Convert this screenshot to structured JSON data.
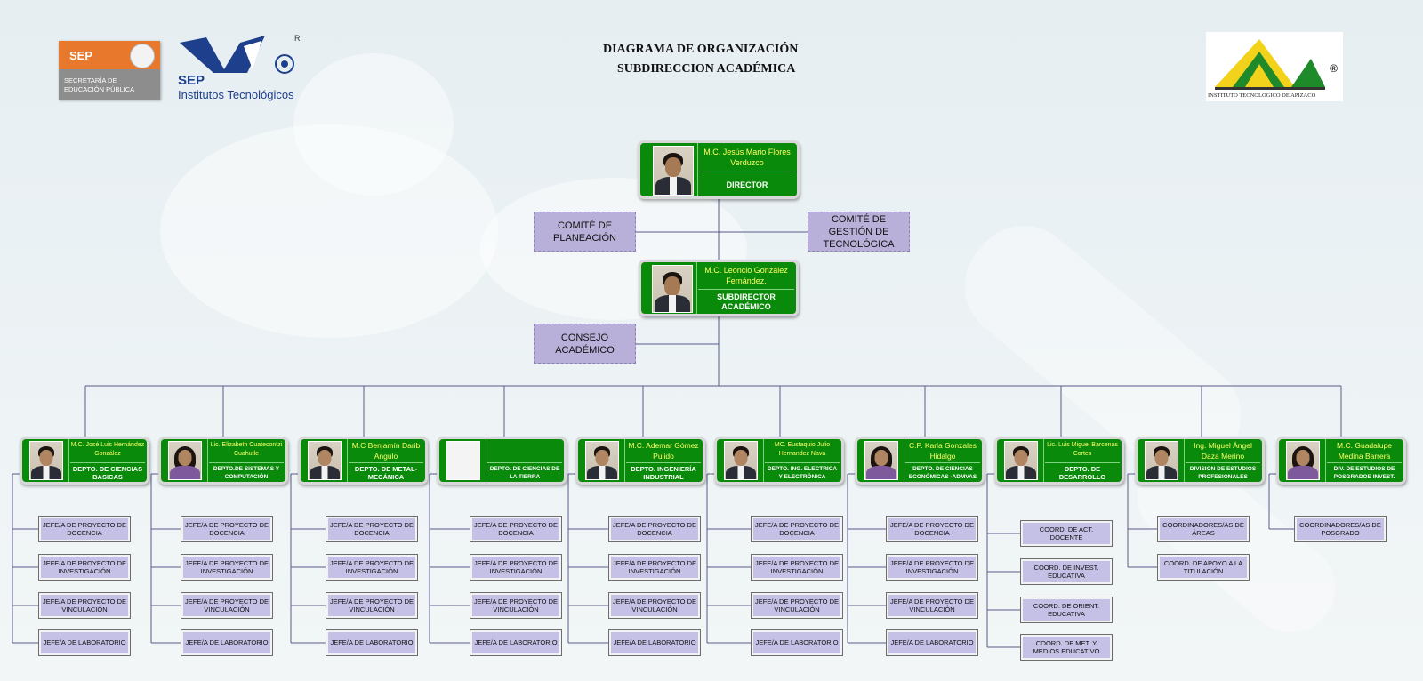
{
  "header": {
    "title_line1": "DIAGRAMA DE ORGANIZACIÓN",
    "title_line2": "SUBDIRECCION ACADÉMICA"
  },
  "logos": {
    "sep": {
      "line1": "SEP",
      "line2": "SECRETARÍA DE",
      "line3": "EDUCACIÓN PÚBLICA"
    },
    "sep_it": {
      "line1": "SEP",
      "line2": "Institutos Tecnológicos",
      "reg": "R"
    },
    "ita": {
      "caption": "INSTITUTO TECNOLOGICO DE APIZACO",
      "reg": "®"
    }
  },
  "director": {
    "name": "M.C. Jesús Mario Flores Verduzco",
    "role": "DIRECTOR"
  },
  "committees": {
    "planeacion": "COMITÉ DE PLANEACIÓN",
    "gestion": "COMITÉ DE GESTIÓN DE TECNOLÓGICA",
    "consejo": "CONSEJO ACADÉMICO"
  },
  "subdirector": {
    "name": "M.C. Leoncio González Fernández.",
    "role": "SUBDIRECTOR ACADÉMICO"
  },
  "departments": [
    {
      "name": "M.C. José Luis Hernández González",
      "role": "DEPTO. DE CIENCIAS BASICAS",
      "subunits": [
        "JEFE/A DE PROYECTO DE DOCENCIA",
        "JEFE/A DE PROYECTO DE INVESTIGACIÓN",
        "JEFE/A DE PROYECTO DE VINCULACIÓN",
        "JEFE/A DE LABORATORIO"
      ]
    },
    {
      "name": "Lic. Elizabeth Cuatecontzi Cuahutle",
      "role": "DEPTO.DE SISTEMAS Y COMPUTACIÓN",
      "subunits": [
        "JEFE/A DE PROYECTO DE DOCENCIA",
        "JEFE/A DE PROYECTO DE INVESTIGACIÓN",
        "JEFE/A DE PROYECTO DE VINCULACIÓN",
        "JEFE/A DE LABORATORIO"
      ]
    },
    {
      "name": "M.C Benjamín Darib Angulo",
      "role": "DEPTO. DE METAL-MECÁNICA",
      "subunits": [
        "JEFE/A DE PROYECTO DE DOCENCIA",
        "JEFE/A DE PROYECTO DE INVESTIGACIÓN",
        "JEFE/A DE PROYECTO DE VINCULACIÓN",
        "JEFE/A DE LABORATORIO"
      ]
    },
    {
      "name": "",
      "role": "DEPTO. DE CIENCIAS DE LA TIERRA",
      "subunits": [
        "JEFE/A DE PROYECTO DE DOCENCIA",
        "JEFE/A DE PROYECTO DE INVESTIGACIÓN",
        "JEFE/A DE PROYECTO DE VINCULACIÓN",
        "JEFE/A DE LABORATORIO"
      ]
    },
    {
      "name": "M.C. Ademar Gómez Pulido",
      "role": "DEPTO. INGENIERÍA INDUSTRIAL",
      "subunits": [
        "JEFE/A DE PROYECTO DE DOCENCIA",
        "JEFE/A DE PROYECTO DE INVESTIGACIÓN",
        "JEFE/A DE PROYECTO DE VINCULACIÓN",
        "JEFE/A DE LABORATORIO"
      ]
    },
    {
      "name": "MC. Eustaquio Julio Hernandez Nava",
      "role": "DEPTO. ING. ELECTRICA Y ELECTRÓNICA",
      "subunits": [
        "JEFE/A DE PROYECTO DE DOCENCIA",
        "JEFE/A DE PROYECTO DE INVESTIGACIÓN",
        "JEFE/A DE PROYECTO DE VINCULACIÓN",
        "JEFE/A DE LABORATORIO"
      ]
    },
    {
      "name": "C.P. Karla Gonzales Hidalgo",
      "role": "DEPTO. DE CIENCIAS ECONÓMICAS -ADMVAS",
      "subunits": [
        "JEFE/A DE PROYECTO DE DOCENCIA",
        "JEFE/A DE PROYECTO DE INVESTIGACIÓN",
        "JEFE/A DE PROYECTO DE VINCULACIÓN",
        "JEFE/A DE LABORATORIO"
      ]
    },
    {
      "name": "Lic. Luis Miguel Barcenas Cortes",
      "role": "DEPTO. DE DESARROLLO ACADÉMICO",
      "subunits": [
        "COORD. DE ACT. DOCENTE",
        "COORD. DE INVEST. EDUCATIVA",
        "COORD. DE ORIENT. EDUCATIVA",
        "COORD. DE MET. Y MEDIOS EDUCATIVO"
      ]
    },
    {
      "name": "Ing. Miguel Ángel Daza Merino",
      "role": "DIVISION DE ESTUDIOS PROFESIONALES",
      "subunits": [
        "COORDINADORES/AS DE ÁREAS",
        "COORD. DE APOYO A LA TITULACIÓN"
      ]
    },
    {
      "name": "M.C. Guadalupe Medina Barrera",
      "role": "DIV. DE ESTUDIOS DE POSGRADOE INVEST.",
      "subunits": [
        "COORDINADORES/AS DE POSGRADO"
      ]
    }
  ],
  "colors": {
    "card_green": "#0a8a0a",
    "name_yellow": "#ffff66",
    "sub_box": "#c5c0e6",
    "dashed_box": "#b8b0d8",
    "line": "#5a5a8a"
  }
}
